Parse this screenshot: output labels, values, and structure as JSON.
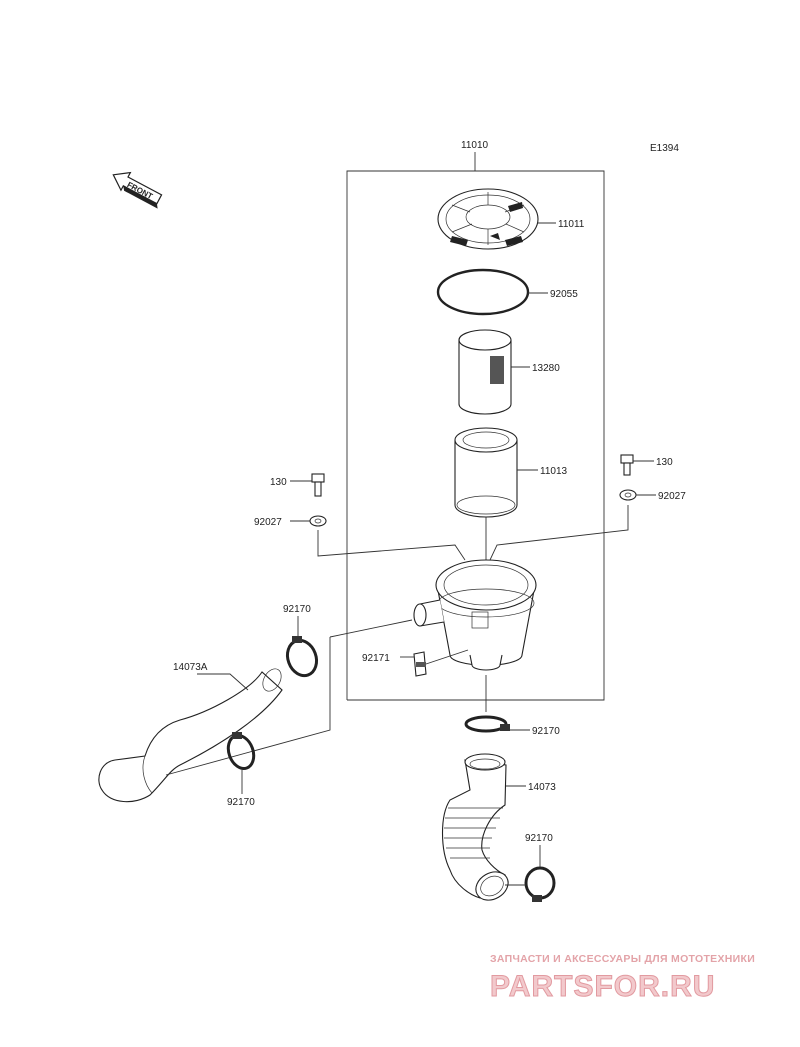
{
  "diagram_code": "E1394",
  "front_arrow": "FRONT",
  "part_labels": {
    "p11010": "11010",
    "p11011": "11011",
    "p92055": "92055",
    "p13280": "13280",
    "p11013": "11013",
    "p130_left": "130",
    "p130_right": "130",
    "p92027_left": "92027",
    "p92027_right": "92027",
    "p92170_top_left": "92170",
    "p92170_bottom_left": "92170",
    "p92170_center": "92170",
    "p92170_bottom_right": "92170",
    "p92171": "92171",
    "p14073A": "14073A",
    "p14073": "14073"
  },
  "watermark": {
    "subtitle": "ЗАПЧАСТИ И АКСЕССУАРЫ ДЛЯ МОТОТЕХНИКИ",
    "brand": "PARTSFOR.RU",
    "color": "#e29aa0"
  }
}
